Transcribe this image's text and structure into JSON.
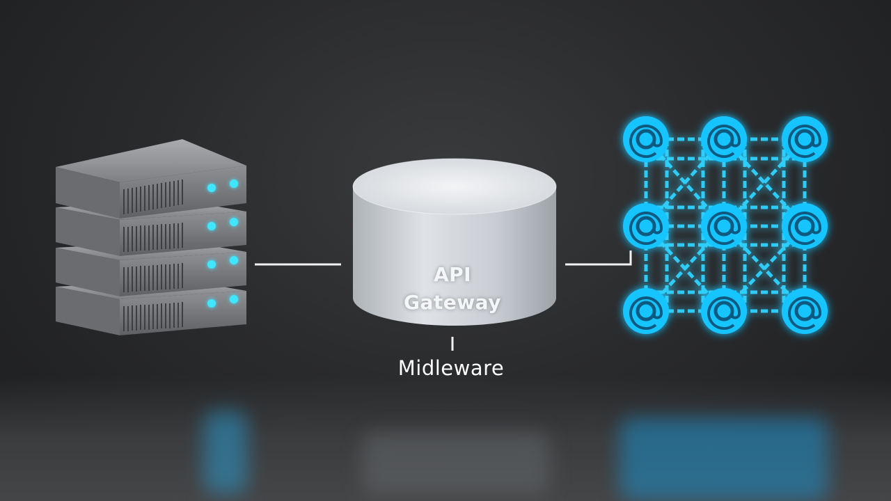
{
  "gateway": {
    "title_line1": "API",
    "title_line2": "Gateway",
    "sublabel": "Midleware"
  },
  "icons": {
    "left": "server-stack-icon",
    "center": "database-cylinder-icon",
    "right": "network-mesh-icon",
    "mesh_node": "at-sign-icon"
  },
  "colors": {
    "background": "#2a2b2d",
    "server": "#8c8e92",
    "server_led": "#3fe6ff",
    "cylinder": "#d9dde2",
    "mesh_glow": "#19c4ff",
    "connector": "#f2f2f2"
  }
}
